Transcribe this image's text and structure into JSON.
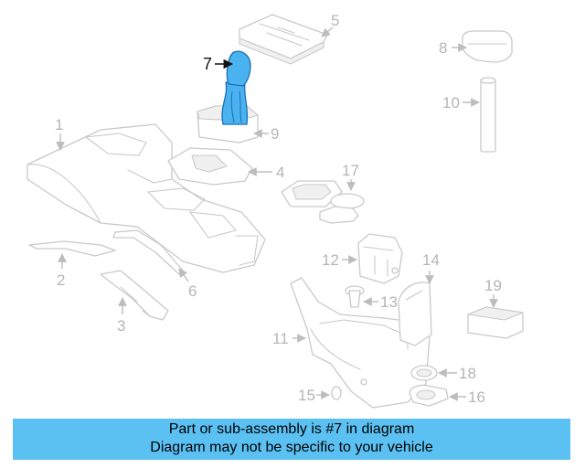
{
  "diagram": {
    "highlight_color": "#4ab3ef",
    "callouts": [
      {
        "number": "1",
        "highlighted": false
      },
      {
        "number": "2",
        "highlighted": false
      },
      {
        "number": "3",
        "highlighted": false
      },
      {
        "number": "4",
        "highlighted": false
      },
      {
        "number": "5",
        "highlighted": false
      },
      {
        "number": "6",
        "highlighted": false
      },
      {
        "number": "7",
        "highlighted": true
      },
      {
        "number": "8",
        "highlighted": false
      },
      {
        "number": "9",
        "highlighted": false
      },
      {
        "number": "10",
        "highlighted": false
      },
      {
        "number": "11",
        "highlighted": false
      },
      {
        "number": "12",
        "highlighted": false
      },
      {
        "number": "13",
        "highlighted": false
      },
      {
        "number": "14",
        "highlighted": false
      },
      {
        "number": "15",
        "highlighted": false
      },
      {
        "number": "16",
        "highlighted": false
      },
      {
        "number": "17",
        "highlighted": false
      },
      {
        "number": "18",
        "highlighted": false
      },
      {
        "number": "19",
        "highlighted": false
      }
    ]
  },
  "banner": {
    "line1": "Part or sub-assembly is #7 in diagram",
    "line2": "Diagram may not be specific to your vehicle",
    "background": "#5bc1f3"
  }
}
